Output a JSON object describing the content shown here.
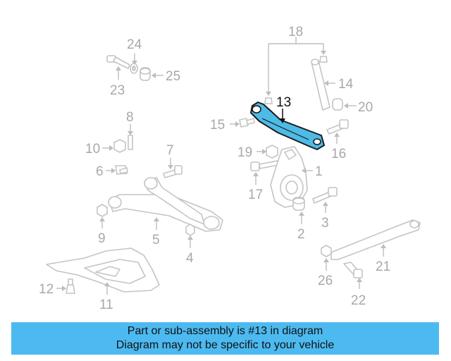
{
  "diagram": {
    "highlight_color": "#4dbbe6",
    "highlighted_part": "13",
    "callouts": {
      "c1": "1",
      "c2": "2",
      "c3": "3",
      "c4": "4",
      "c5": "5",
      "c6": "6",
      "c7": "7",
      "c8": "8",
      "c9": "9",
      "c10": "10",
      "c11": "11",
      "c12": "12",
      "c13": "13",
      "c14": "14",
      "c15": "15",
      "c16": "16",
      "c17": "17",
      "c18": "18",
      "c19": "19",
      "c20": "20",
      "c21": "21",
      "c22": "22",
      "c23": "23",
      "c24": "24",
      "c25": "25",
      "c26": "26"
    }
  },
  "notice": {
    "line1": "Part or sub-assembly is #13 in diagram",
    "line2": "Diagram may not be specific to your vehicle",
    "background": "#4cbaf0"
  }
}
